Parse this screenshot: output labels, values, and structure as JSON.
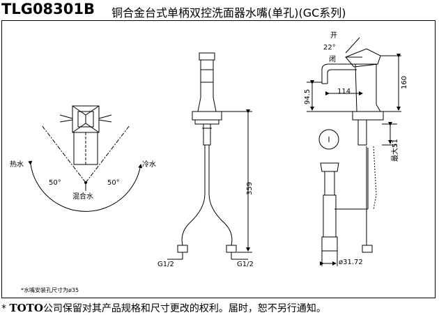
{
  "header": {
    "model": "TLG08301B",
    "title": "铜合金台式单柄双控洗面器水嘴(单孔)(GC系列)"
  },
  "top_view": {
    "hot_label": "热水",
    "cold_label": "冷水",
    "left_angle": "50°",
    "right_angle": "50°",
    "mixed_label": "混合水"
  },
  "front_view": {
    "height_dim": "359",
    "left_thread": "G1/2",
    "right_thread": "G1/2"
  },
  "side_view": {
    "open_label": "开",
    "angle_label": "22°",
    "closed_label": "闭",
    "reach_dim": "114",
    "spout_height_dim": "94.5",
    "total_height_dim": "160",
    "max_thickness_dim": "最大51",
    "drain_dia_dim": "ø31.72"
  },
  "footnote": "水嘴安装孔尺寸为ø35",
  "footnote_mark": "*",
  "disclaimer": {
    "prefix": "* ",
    "brand": "TOTO",
    "text": "公司保留对其产品规格和尺寸更改的权利。届时，恕不另行通知。"
  }
}
